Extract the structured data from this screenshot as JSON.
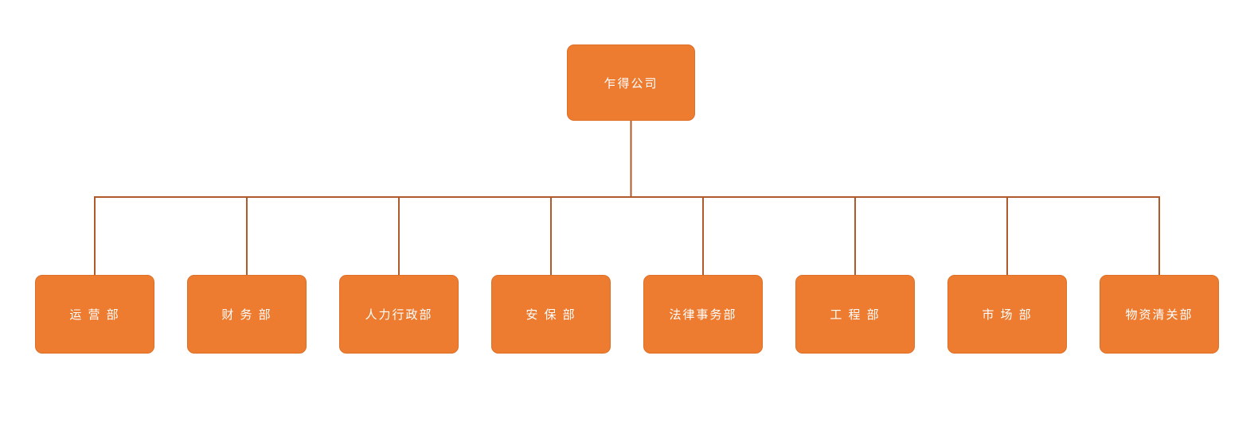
{
  "org_chart": {
    "root": {
      "label": "乍得公司"
    },
    "departments": [
      {
        "label": "运 营 部"
      },
      {
        "label": "财 务 部"
      },
      {
        "label": "人力行政部"
      },
      {
        "label": "安 保 部"
      },
      {
        "label": "法律事务部"
      },
      {
        "label": "工 程 部"
      },
      {
        "label": "市 场 部"
      },
      {
        "label": "物资清关部"
      }
    ],
    "colors": {
      "node_fill": "#ED7C31",
      "node_border": "#DE6F26",
      "connector_line": "#B0592A",
      "node_text": "#FFFFFF",
      "background": "#FFFFFF"
    }
  }
}
